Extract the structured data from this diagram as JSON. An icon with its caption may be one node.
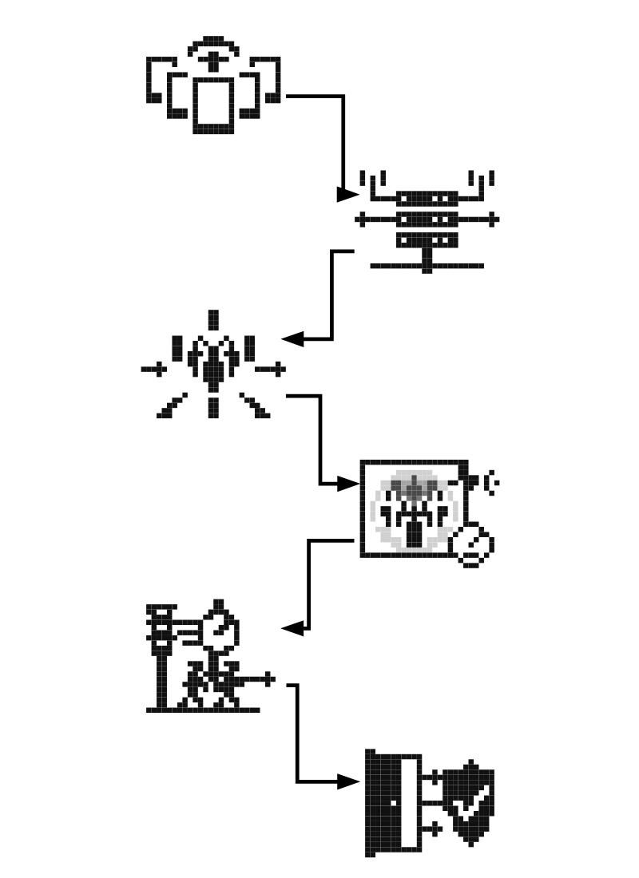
{
  "diagram": {
    "nodes": [
      {
        "text": [],
        "shape": "picture"
      },
      {
        "text": [],
        "shape": "picture"
      },
      {
        "text": [],
        "shape": "picture"
      },
      {
        "text": [],
        "shape": "picture"
      },
      {
        "text": [],
        "shape": "picture"
      },
      {
        "text": [],
        "shape": "picture"
      }
    ],
    "edges": [
      {
        "from": 0,
        "to": 1,
        "arrow": "to"
      },
      {
        "from": 1,
        "to": 2,
        "arrow": "to"
      },
      {
        "from": 2,
        "to": 3,
        "arrow": "to"
      },
      {
        "from": 3,
        "to": 4,
        "arrow": "to"
      },
      {
        "from": 4,
        "to": 5,
        "arrow": "to"
      }
    ]
  }
}
